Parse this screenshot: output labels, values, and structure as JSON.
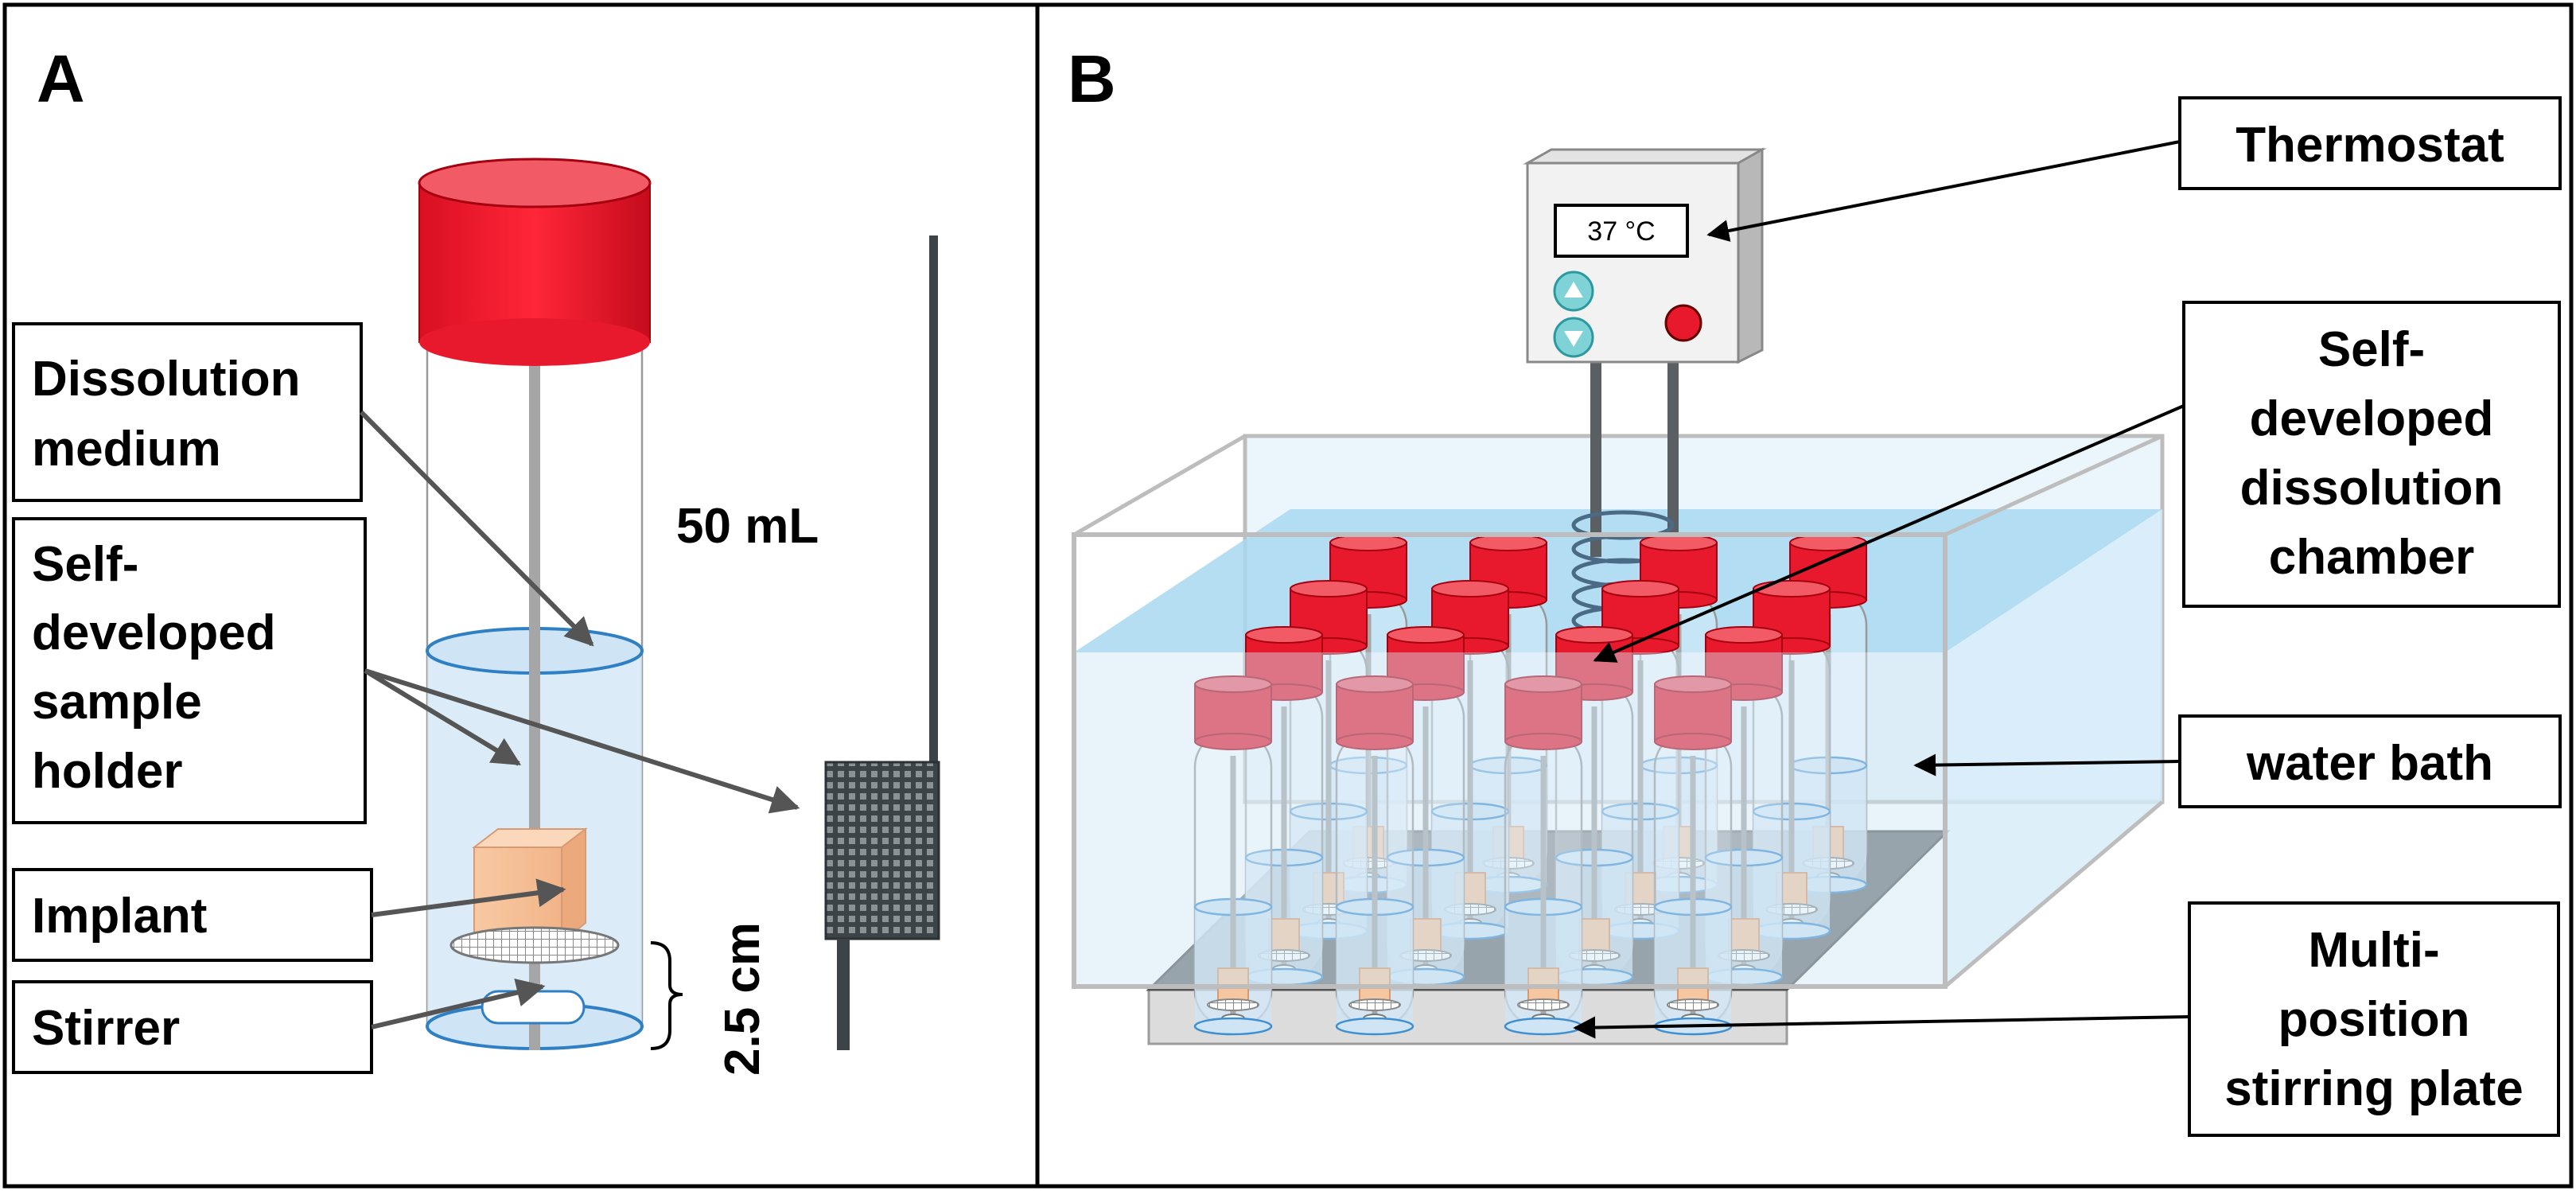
{
  "panels": {
    "a": {
      "letter": "A",
      "labels": {
        "dissolution_medium_line1": "Dissolution",
        "dissolution_medium_line2": "medium",
        "sample_holder_line1": "Self-",
        "sample_holder_line2": "developed",
        "sample_holder_line3": "sample",
        "sample_holder_line4": "holder",
        "implant": "Implant",
        "stirrer": "Stirrer",
        "volume": "50 mL",
        "height": "2.5 cm"
      }
    },
    "b": {
      "letter": "B",
      "labels": {
        "thermostat": "Thermostat",
        "chamber_line1": "Self-",
        "chamber_line2": "developed",
        "chamber_line3": "dissolution",
        "chamber_line4": "chamber",
        "water_bath": "water bath",
        "plate_line1": "Multi-",
        "plate_line2": "position",
        "plate_line3": "stirring plate",
        "display_temp": "37 °C"
      }
    }
  },
  "colors": {
    "cap_red": "#e8192c",
    "cap_top": "#f25a66",
    "water_blue": "#cfe5f5",
    "water_surface": "#a9d8f0",
    "implant_peach": "#f6c6a0",
    "rod_gray": "#a6a6a6",
    "basket_dark": "#3c4448"
  }
}
